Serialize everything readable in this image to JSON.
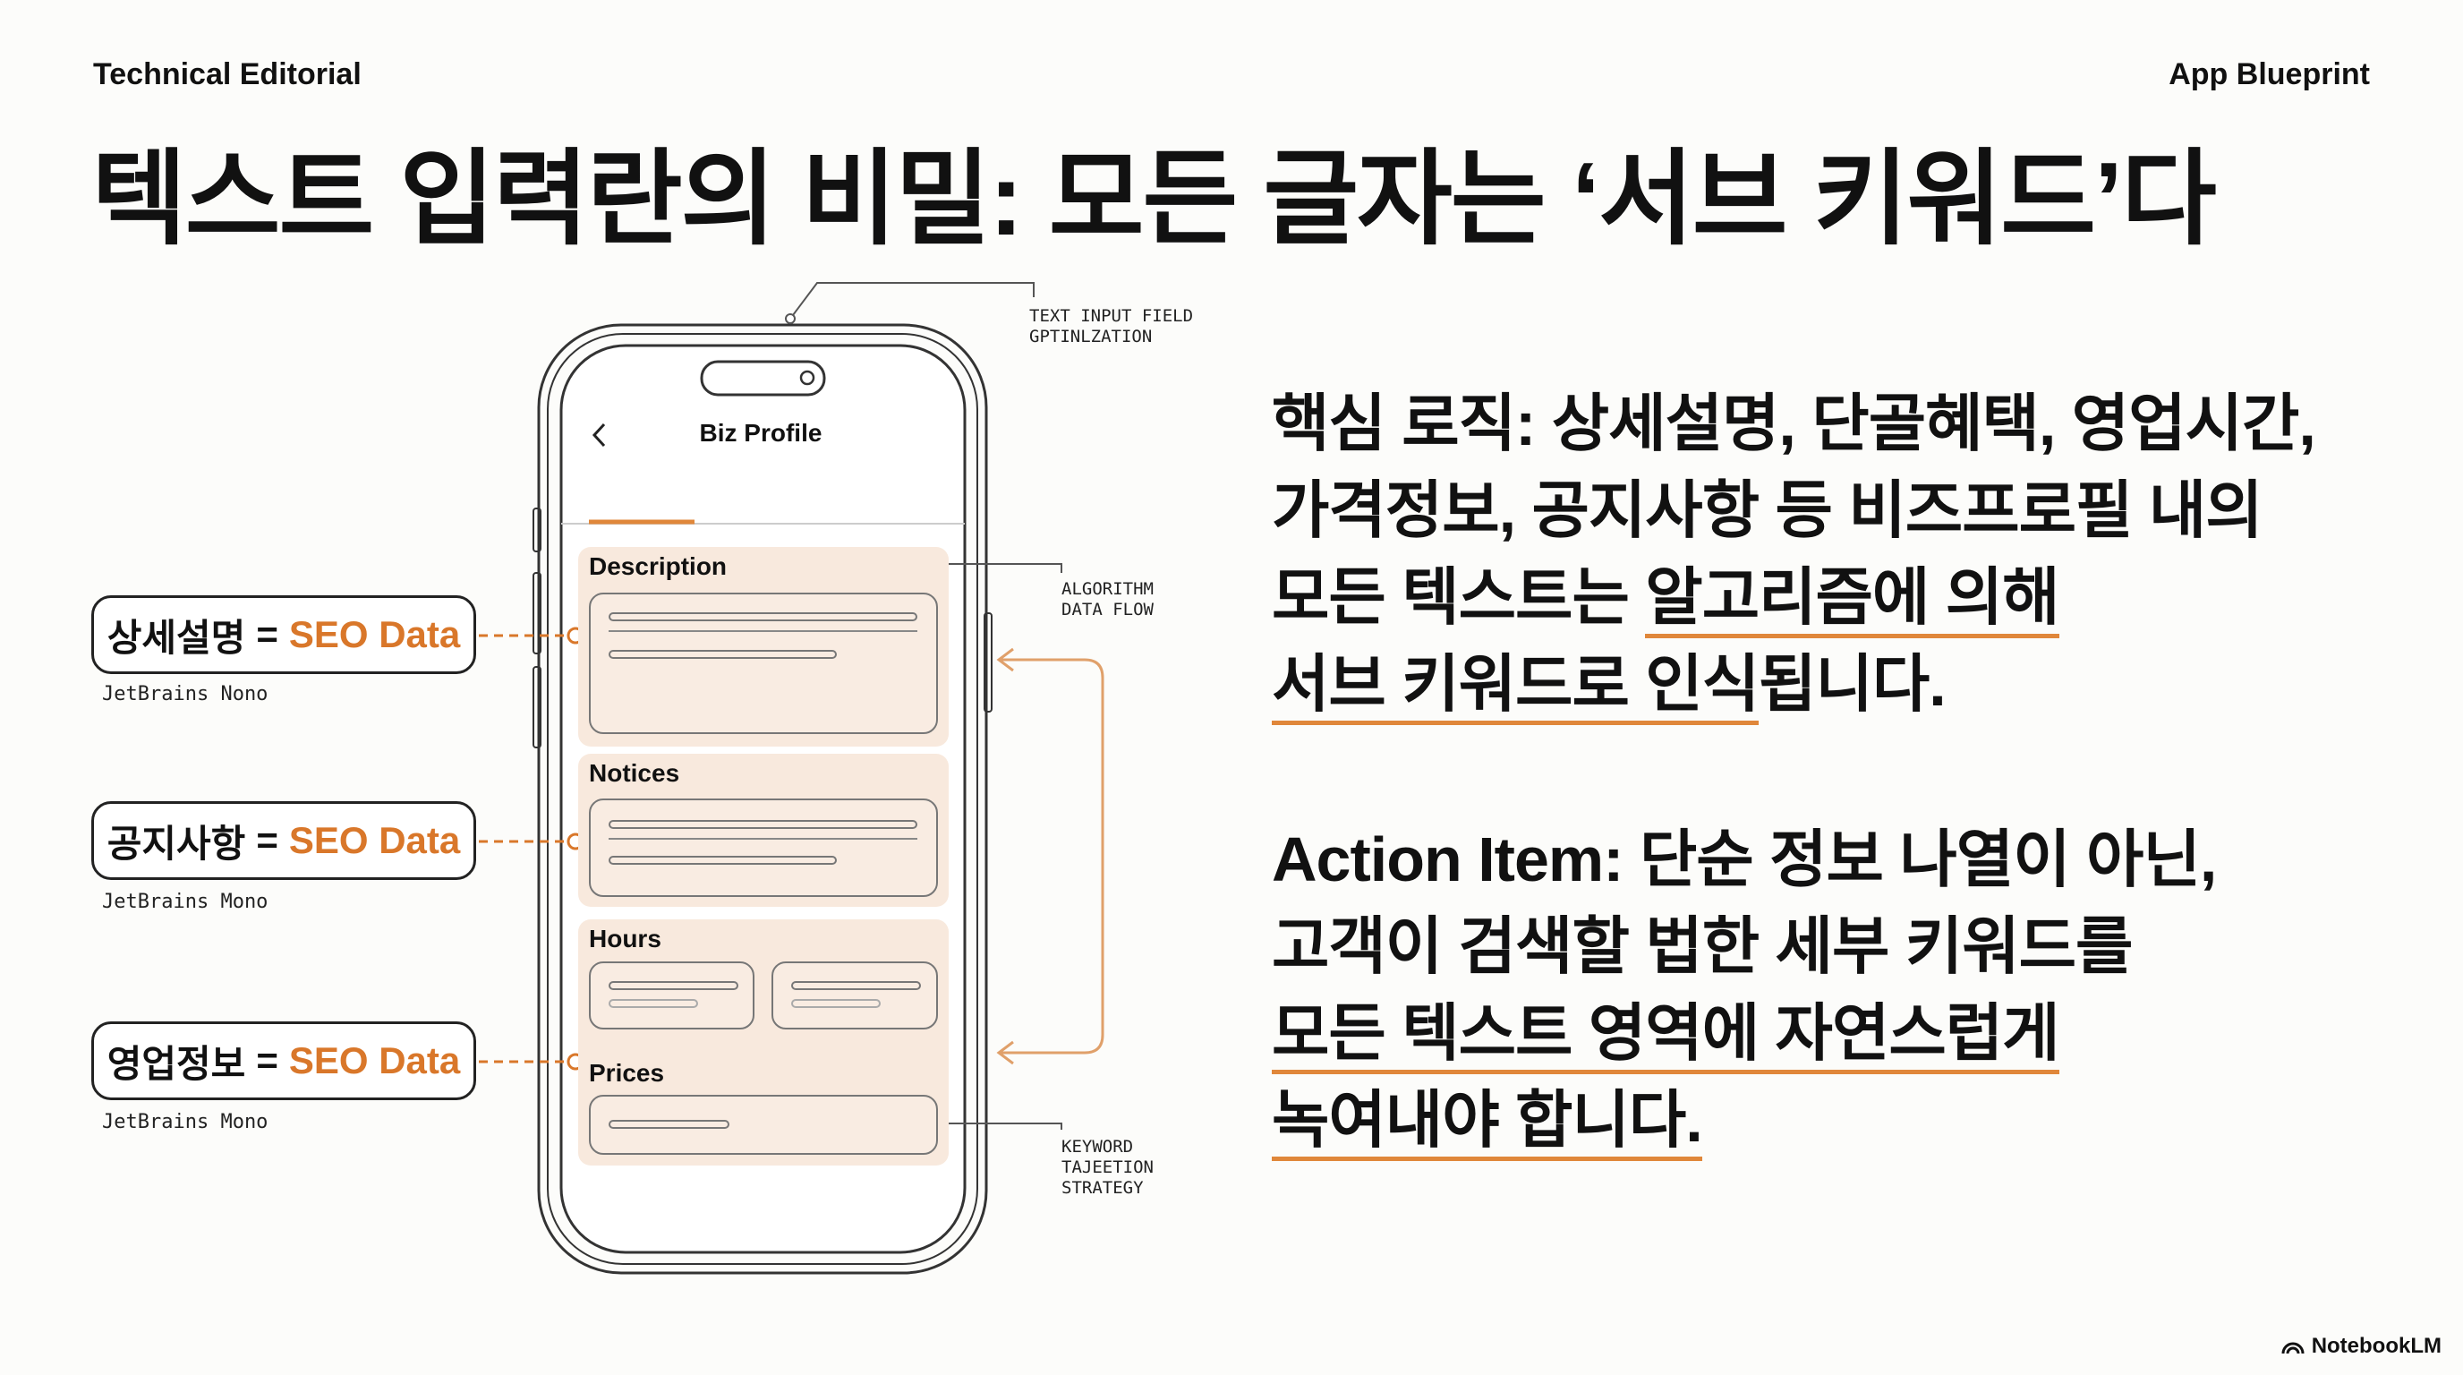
{
  "header": {
    "left": "Technical Editorial",
    "right": "App Blueprint"
  },
  "title": "텍스트 입력란의 비밀: 모든 글자는 ‘서브 키워드’다",
  "phone": {
    "screen_title": "Biz Profile",
    "sections": {
      "description": "Description",
      "notices": "Notices",
      "hours": "Hours",
      "prices": "Prices"
    }
  },
  "labels": [
    {
      "term": "상세설명",
      "eq": "=",
      "value": "SEO Data",
      "font_note": "JetBrains Nono"
    },
    {
      "term": "공지사항",
      "eq": "=",
      "value": "SEO Data",
      "font_note": "JetBrains Mono"
    },
    {
      "term": "영업정보",
      "eq": "=",
      "value": "SEO Data",
      "font_note": "JetBrains Mono"
    }
  ],
  "annotations": {
    "top": "TEXT INPUT FIELD\nGPTINLZATION",
    "algorithm": "ALGORITHM\nDATA FLOW",
    "keyword": "KEYWORD\nTAJEETION\nSTRATEGY"
  },
  "core_logic": {
    "line1": "핵심 로직: 상세설명, 단골혜택, 영업시간,",
    "line2": "가격정보, 공지사항 등 비즈프로필 내의",
    "line3_plain": "모든 텍스트는 ",
    "line3_ul": "알고리즘에 의해",
    "line4_ul": "서브 키워드로 인식",
    "line4_plain": "됩니다."
  },
  "action_item": {
    "line1": "Action Item: 단순 정보 나열이 아닌,",
    "line2": "고객이 검색할 법한 세부 키워드를",
    "line3_ul": "모든 텍스트 영역에 자연스럽게",
    "line4_ul": "녹여내야 합니다."
  },
  "footer": {
    "brand": "NotebookLM"
  },
  "colors": {
    "accent": "#d9772a",
    "panel": "#f8e9dd"
  }
}
